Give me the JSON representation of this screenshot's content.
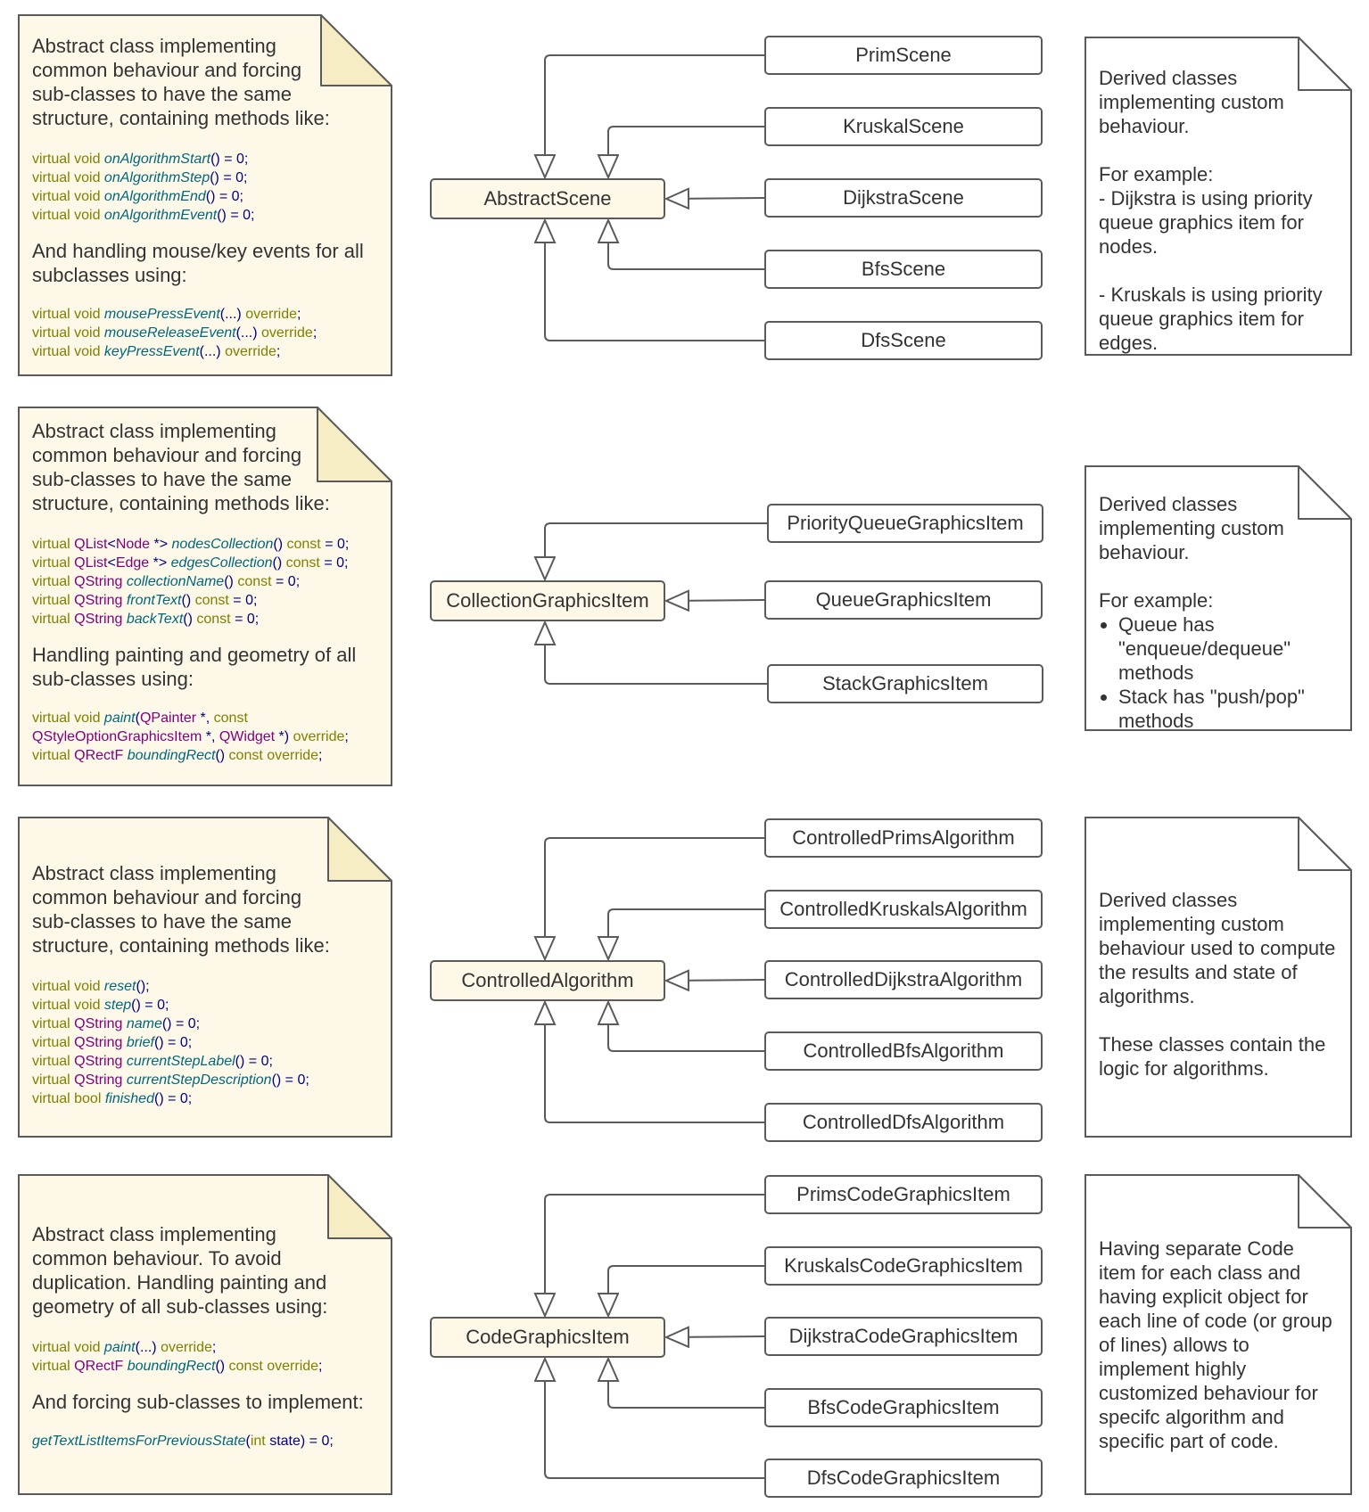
{
  "colors": {
    "note_fill": "#fdf8e7",
    "note_fold": "#f7edc4",
    "border": "#5a5a5a",
    "keyword": "#808000",
    "function": "#00677c",
    "type": "#800080",
    "plain": "#000080",
    "text": "#333333"
  },
  "groups": [
    {
      "base": "AbstractScene",
      "derived": [
        "PrimScene",
        "KruskalScene",
        "DijkstraScene",
        "BfsScene",
        "DfsScene"
      ],
      "left_note": {
        "intro": "Abstract class implementing\ncommon behaviour and forcing\nsub-classes to have the same\nstructure, containing methods like:",
        "code1": [
          [
            [
              "ky",
              "virtual void "
            ],
            [
              "fn",
              "onAlgorithmStart"
            ],
            [
              "pl",
              "() = 0;"
            ]
          ],
          [
            [
              "ky",
              "virtual void "
            ],
            [
              "fn",
              "onAlgorithmStep"
            ],
            [
              "pl",
              "() = 0;"
            ]
          ],
          [
            [
              "ky",
              "virtual void "
            ],
            [
              "fn",
              "onAlgorithmEnd"
            ],
            [
              "pl",
              "() = 0;"
            ]
          ],
          [
            [
              "ky",
              "virtual void "
            ],
            [
              "fn",
              "onAlgorithmEvent"
            ],
            [
              "pl",
              "() = 0;"
            ]
          ]
        ],
        "middle": "And handling mouse/key events for all\nsubclasses using:",
        "code2": [
          [
            [
              "ky",
              "virtual void "
            ],
            [
              "fn",
              "mousePressEvent"
            ],
            [
              "pl",
              "(...) "
            ],
            [
              "ky",
              "override"
            ],
            [
              "pl",
              ";"
            ]
          ],
          [
            [
              "ky",
              "virtual void "
            ],
            [
              "fn",
              "mouseReleaseEvent"
            ],
            [
              "pl",
              "(...) "
            ],
            [
              "ky",
              "override"
            ],
            [
              "pl",
              ";"
            ]
          ],
          [
            [
              "ky",
              "virtual void "
            ],
            [
              "fn",
              "keyPressEvent"
            ],
            [
              "pl",
              "(...) "
            ],
            [
              "ky",
              "override"
            ],
            [
              "pl",
              ";"
            ]
          ]
        ]
      },
      "right_note": {
        "text": "Derived classes\nimplementing custom\nbehaviour.\n\nFor example:\n- Dijkstra is using priority\nqueue graphics item for\nnodes.\n\n- Kruskals is using priority\nqueue graphics item for\nedges."
      }
    },
    {
      "base": "CollectionGraphicsItem",
      "derived": [
        "PriorityQueueGraphicsItem",
        "QueueGraphicsItem",
        "StackGraphicsItem"
      ],
      "left_note": {
        "intro": "Abstract class implementing\ncommon behaviour and forcing\nsub-classes to have the same\nstructure, containing methods like:",
        "code1": [
          [
            [
              "ky",
              "virtual "
            ],
            [
              "ty",
              "QList"
            ],
            [
              "pl",
              "<"
            ],
            [
              "ty",
              "Node"
            ],
            [
              "pl",
              " *> "
            ],
            [
              "fn",
              "nodesCollection"
            ],
            [
              "pl",
              "() "
            ],
            [
              "ky",
              "const"
            ],
            [
              "pl",
              " = 0;"
            ]
          ],
          [
            [
              "ky",
              "virtual "
            ],
            [
              "ty",
              "QList"
            ],
            [
              "pl",
              "<"
            ],
            [
              "ty",
              "Edge"
            ],
            [
              "pl",
              " *> "
            ],
            [
              "fn",
              "edgesCollection"
            ],
            [
              "pl",
              "() "
            ],
            [
              "ky",
              "const"
            ],
            [
              "pl",
              " = 0;"
            ]
          ],
          [
            [
              "ky",
              "virtual "
            ],
            [
              "ty",
              "QString "
            ],
            [
              "fn",
              "collectionName"
            ],
            [
              "pl",
              "() "
            ],
            [
              "ky",
              "const"
            ],
            [
              "pl",
              " = 0;"
            ]
          ],
          [
            [
              "ky",
              "virtual "
            ],
            [
              "ty",
              "QString "
            ],
            [
              "fn",
              "frontText"
            ],
            [
              "pl",
              "() "
            ],
            [
              "ky",
              "const"
            ],
            [
              "pl",
              " = 0;"
            ]
          ],
          [
            [
              "ky",
              "virtual "
            ],
            [
              "ty",
              "QString "
            ],
            [
              "fn",
              "backText"
            ],
            [
              "pl",
              "() "
            ],
            [
              "ky",
              "const"
            ],
            [
              "pl",
              " = 0;"
            ]
          ]
        ],
        "middle": "Handling painting and geometry of all\nsub-classes using:",
        "code2": [
          [
            [
              "ky",
              "virtual void "
            ],
            [
              "fn",
              "paint"
            ],
            [
              "pl",
              "("
            ],
            [
              "ty",
              "QPainter"
            ],
            [
              "pl",
              " *, "
            ],
            [
              "ky",
              "const"
            ]
          ],
          [
            [
              "ty",
              "QStyleOptionGraphicsItem"
            ],
            [
              "pl",
              " *, "
            ],
            [
              "ty",
              "QWidget"
            ],
            [
              "pl",
              " *) "
            ],
            [
              "ky",
              "override"
            ],
            [
              "pl",
              ";"
            ]
          ],
          [
            [
              "ky",
              "virtual "
            ],
            [
              "ty",
              "QRectF "
            ],
            [
              "fn",
              "boundingRect"
            ],
            [
              "pl",
              "() "
            ],
            [
              "ky",
              "const override"
            ],
            [
              "pl",
              ";"
            ]
          ]
        ]
      },
      "right_note": {
        "heading": "Derived classes\nimplementing custom\nbehaviour.\n\nFor example:",
        "bullets": [
          "Queue has \"enqueue/dequeue\" methods",
          "Stack has \"push/pop\" methods"
        ]
      }
    },
    {
      "base": "ControlledAlgorithm",
      "derived": [
        "ControlledPrimsAlgorithm",
        "ControlledKruskalsAlgorithm",
        "ControlledDijkstraAlgorithm",
        "ControlledBfsAlgorithm",
        "ControlledDfsAlgorithm"
      ],
      "left_note": {
        "intro": "Abstract class implementing\ncommon behaviour and forcing\nsub-classes to have the same\nstructure, containing methods like:",
        "code1": [
          [
            [
              "ky",
              "virtual void "
            ],
            [
              "fn",
              "reset"
            ],
            [
              "pl",
              "();"
            ]
          ],
          [
            [
              "ky",
              "virtual void "
            ],
            [
              "fn",
              "step"
            ],
            [
              "pl",
              "() = 0;"
            ]
          ],
          [
            [
              "ky",
              "virtual "
            ],
            [
              "ty",
              "QString "
            ],
            [
              "fn",
              "name"
            ],
            [
              "pl",
              "() = 0;"
            ]
          ],
          [
            [
              "ky",
              "virtual "
            ],
            [
              "ty",
              "QString "
            ],
            [
              "fn",
              "brief"
            ],
            [
              "pl",
              "() = 0;"
            ]
          ],
          [
            [
              "ky",
              "virtual "
            ],
            [
              "ty",
              "QString "
            ],
            [
              "fn",
              "currentStepLabel"
            ],
            [
              "pl",
              "() = 0;"
            ]
          ],
          [
            [
              "ky",
              "virtual "
            ],
            [
              "ty",
              "QString "
            ],
            [
              "fn",
              "currentStepDescription"
            ],
            [
              "pl",
              "() = 0;"
            ]
          ],
          [
            [
              "ky",
              "virtual bool "
            ],
            [
              "fn",
              "finished"
            ],
            [
              "pl",
              "() = 0;"
            ]
          ]
        ]
      },
      "right_note": {
        "text": "Derived classes\nimplementing custom\nbehaviour used to compute\nthe results and state of\nalgorithms.\n\nThese classes contain the\nlogic for algorithms."
      }
    },
    {
      "base": "CodeGraphicsItem",
      "derived": [
        "PrimsCodeGraphicsItem",
        "KruskalsCodeGraphicsItem",
        "DijkstraCodeGraphicsItem",
        "BfsCodeGraphicsItem",
        "DfsCodeGraphicsItem"
      ],
      "left_note": {
        "intro": "Abstract class implementing\ncommon behaviour. To avoid\nduplication. Handling painting and\ngeometry of all sub-classes using:",
        "code1": [
          [
            [
              "ky",
              "virtual void "
            ],
            [
              "fn",
              "paint"
            ],
            [
              "pl",
              "(...) "
            ],
            [
              "ky",
              "override"
            ],
            [
              "pl",
              ";"
            ]
          ],
          [
            [
              "ky",
              "virtual "
            ],
            [
              "ty",
              "QRectF "
            ],
            [
              "fn",
              "boundingRect"
            ],
            [
              "pl",
              "() "
            ],
            [
              "ky",
              "const override"
            ],
            [
              "pl",
              ";"
            ]
          ]
        ],
        "middle": "And forcing sub-classes to implement:",
        "code2": [
          [
            [
              "fn",
              "getTextListItemsForPreviousState"
            ],
            [
              "pl",
              "("
            ],
            [
              "ky",
              "int "
            ],
            [
              "pl",
              "state) = 0;"
            ]
          ]
        ]
      },
      "right_note": {
        "text": "Having separate Code\nitem for each class and\nhaving explicit object for\neach line of code (or group\nof lines) allows to\nimplement highly\ncustomized behaviour for\nspecifc algorithm and\nspecific part of code."
      }
    }
  ]
}
